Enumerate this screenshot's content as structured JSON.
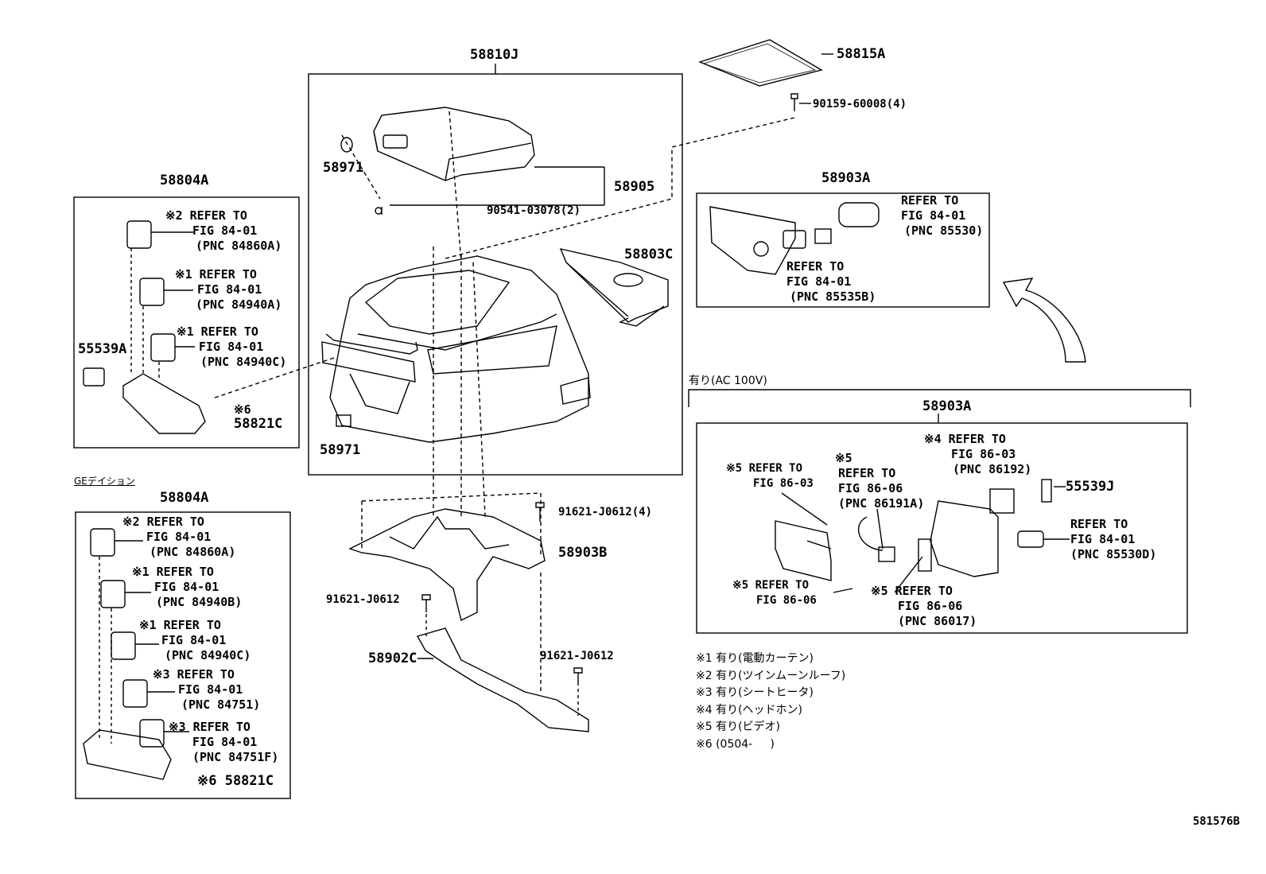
{
  "group_top": {
    "part_58810J": "58810J",
    "part_58815A": "58815A",
    "bolt_90159": "90159-60008(4)",
    "part_58971a": "58971",
    "part_58905": "58905",
    "screw_90541": "90541-03078(2)",
    "part_58803C": "58803C",
    "part_58971b": "58971"
  },
  "box_58804A_upper": {
    "title": "58804A",
    "sw1": [
      "※2 REFER TO",
      "FIG 84-01",
      "(PNC 84860A)"
    ],
    "sw2": [
      "※1 REFER TO",
      "FIG 84-01",
      "(PNC 84940A)"
    ],
    "sw3": [
      "※1 REFER TO",
      "FIG 84-01",
      "(PNC 84940C)"
    ],
    "part_55539A": "55539A",
    "part_58821C_note": "※6",
    "part_58821C": "58821C"
  },
  "gedition_label": "GEデイション",
  "box_58804A_lower": {
    "title": "58804A",
    "sw1": [
      "※2 REFER TO",
      "FIG 84-01",
      "(PNC 84860A)"
    ],
    "sw2": [
      "※1 REFER TO",
      "FIG 84-01",
      "(PNC 84940B)"
    ],
    "sw3": [
      "※1 REFER TO",
      "FIG 84-01",
      "(PNC 84940C)"
    ],
    "sw4": [
      "※3 REFER TO",
      "FIG 84-01",
      "(PNC 84751)"
    ],
    "sw5": [
      "※3 REFER TO",
      "FIG 84-01",
      "(PNC 84751F)"
    ],
    "part_58821C": "※6 58821C"
  },
  "box_58903A_upper": {
    "title": "58903A",
    "ref1": [
      "REFER TO",
      "FIG 84-01",
      "(PNC 85530)"
    ],
    "ref2": [
      "REFER TO",
      "FIG 84-01",
      "(PNC 85535B)"
    ]
  },
  "box_58903A_lower": {
    "header": "有り(AC 100V)",
    "title": "58903A",
    "ref_86192": [
      "※4 REFER TO",
      "FIG 86-03",
      "(PNC 86192)"
    ],
    "part_55539J": "55539J",
    "ref_86_03": [
      "※5 REFER TO",
      "FIG 86-03"
    ],
    "ref_86191A": [
      "※5",
      "REFER TO",
      "FIG 86-06",
      "(PNC 86191A)"
    ],
    "ref_85530D": [
      "REFER TO",
      "FIG 84-01",
      "(PNC 85530D)"
    ],
    "ref_86_06": [
      "※5 REFER TO",
      "FIG 86-06"
    ],
    "ref_86017": [
      "※5 REFER TO",
      "FIG 86-06",
      "(PNC 86017)"
    ]
  },
  "lower_parts": {
    "bolt_91621_4": "91621-J0612(4)",
    "part_58903B": "58903B",
    "bolt_91621_a": "91621-J0612",
    "part_58902C": "58902C",
    "bolt_91621_b": "91621-J0612"
  },
  "notes": [
    "※1 有り(電動カーテン)",
    "※2 有り(ツインムーンルーフ)",
    "※3 有り(シートヒータ)",
    "※4 有り(ヘッドホン)",
    "※5 有り(ビデオ)",
    "※6 (0504-     )"
  ],
  "figure_id": "581576B"
}
